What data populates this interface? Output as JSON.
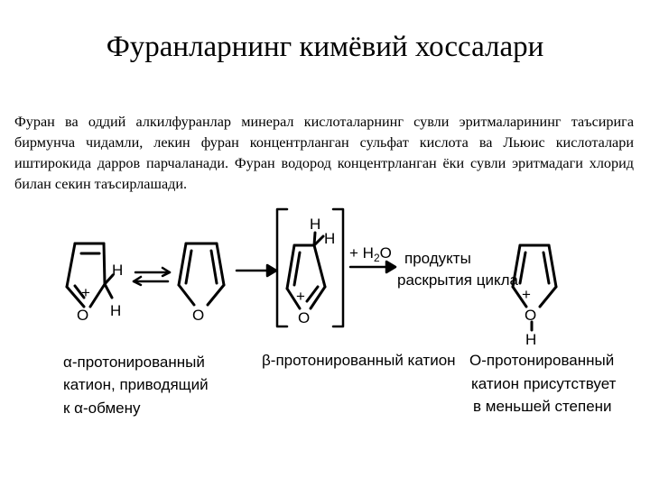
{
  "slide": {
    "title": "Фуранларнинг кимёвий хоссалари",
    "paragraph": "Фуран ва оддий алкилфуранлар минерал кислоталарнинг сувли эритмаларининг таъсирига бирмунча чидамли, лекин фуран концентрланган сульфат кислота ва Льюис кислоталари иштирокида дарров парчаланади. Фуран водород концентрланган ёки сувли эритмадаги хлорид билан секин таъсирлашади."
  },
  "scheme": {
    "atoms": {
      "oxygen": "O",
      "plus": "+",
      "hydrogen": "H"
    },
    "reagent": "+ H",
    "reagent_sub": "2",
    "reagent_tail": "O",
    "products_line1": "продукты",
    "products_line2": "раскрытия цикла",
    "caption_alpha": [
      "α-протонированный",
      "катион, приводящий",
      "к α-обмену"
    ],
    "caption_beta": "β-протонированный катион",
    "caption_o": [
      "O-протонированный",
      "катион присутствует",
      "в меньшей степени"
    ]
  }
}
